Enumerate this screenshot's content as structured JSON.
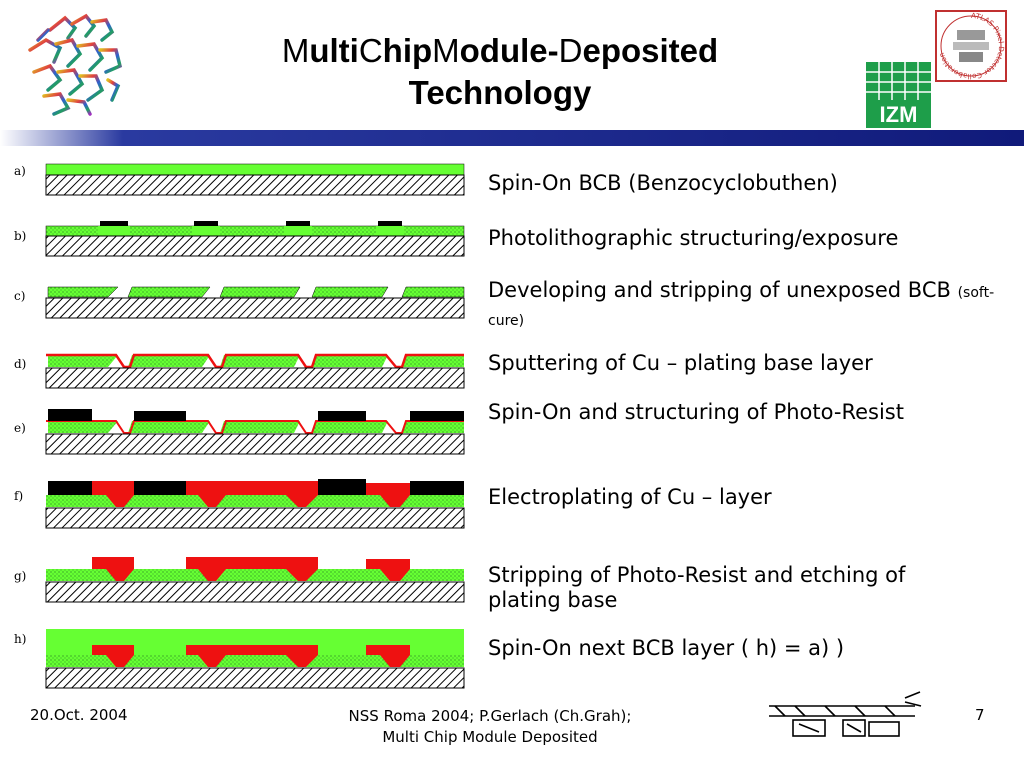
{
  "slide": {
    "title_parts": [
      {
        "text": "M",
        "bold": false
      },
      {
        "text": "ulti",
        "bold": true
      },
      {
        "text": "C",
        "bold": false
      },
      {
        "text": "hip",
        "bold": true
      },
      {
        "text": "M",
        "bold": false
      },
      {
        "text": "odule-",
        "bold": true
      },
      {
        "text": "D",
        "bold": false
      },
      {
        "text": "eposited",
        "bold": true
      }
    ],
    "title_line2": "Technology"
  },
  "steps": [
    {
      "id": "a)",
      "text": "Spin-On BCB (Benzocyclobuthen)",
      "note": ""
    },
    {
      "id": "b)",
      "text": "Photolithographic structuring/exposure",
      "note": ""
    },
    {
      "id": "c)",
      "text": "Developing and stripping of unexposed BCB",
      "note": "(soft-cure)"
    },
    {
      "id": "d)",
      "text": "Sputtering of Cu – plating base layer",
      "note": ""
    },
    {
      "id": "e)",
      "text": "Spin-On and structuring of Photo-Resist",
      "note": ""
    },
    {
      "id": "f)",
      "text": "Electroplating of Cu – layer",
      "note": ""
    },
    {
      "id": "g)",
      "text": "Stripping of Photo-Resist and etching of plating base",
      "note": ""
    },
    {
      "id": "h)",
      "text": "Spin-On next BCB layer ( h) = a) )",
      "note": ""
    }
  ],
  "logos": {
    "izm": "IZM",
    "atlas_ring": "ATLAS Pixel Detector Collaboration"
  },
  "colors": {
    "bcb_green": "#66ff33",
    "copper_red": "#ee1111",
    "resist_black": "#000000",
    "header_bar": "#101a7a",
    "izm_green": "#1e9e4a"
  },
  "footer": {
    "date": "20.Oct. 2004",
    "line1": "NSS Roma 2004; P.Gerlach (Ch.Grah);",
    "line2": "Multi Chip Module Deposited",
    "page": "7"
  }
}
